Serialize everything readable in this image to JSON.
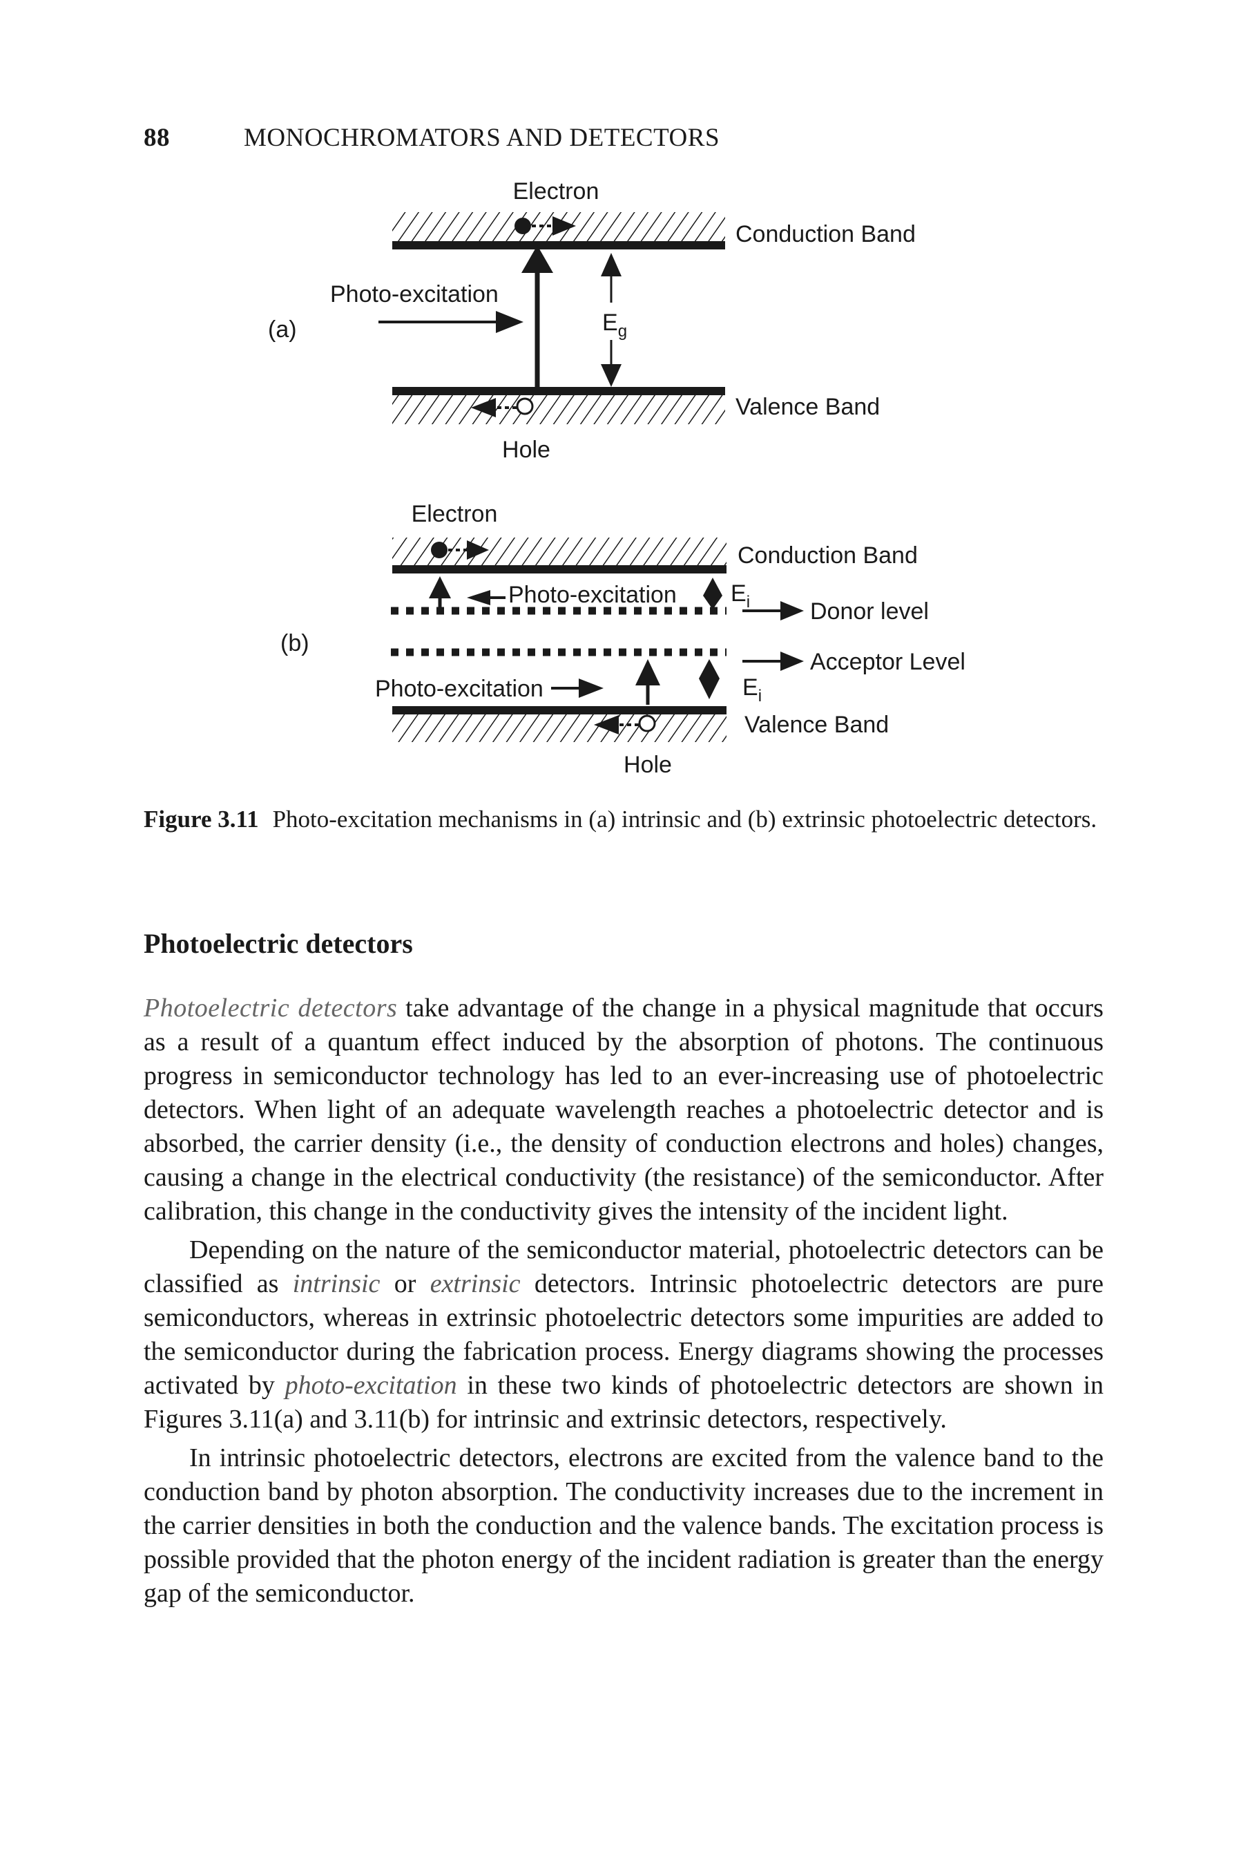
{
  "header": {
    "page_number": "88",
    "title": "MONOCHROMATORS AND DETECTORS"
  },
  "figure": {
    "a": {
      "panel": "(a)",
      "electron": "Electron",
      "conduction": "Conduction Band",
      "photo": "Photo-excitation",
      "eg_main": "E",
      "eg_sub": "g",
      "valence": "Valence Band",
      "hole": "Hole"
    },
    "b": {
      "panel": "(b)",
      "electron": "Electron",
      "conduction": "Conduction Band",
      "photo_top": "Photo-excitation",
      "ei_main": "E",
      "ei_sub": "i",
      "donor": "Donor level",
      "acceptor": "Acceptor Level",
      "photo_bottom": "Photo-excitation",
      "valence": "Valence Band",
      "hole": "Hole"
    }
  },
  "caption": {
    "label": "Figure 3.11",
    "text": "Photo-excitation mechanisms in (a) intrinsic and (b) extrinsic photoelectric detectors."
  },
  "section": {
    "heading": "Photoelectric detectors"
  },
  "paragraphs": {
    "p1": {
      "term": "Photoelectric detectors",
      "rest": " take advantage of the change in a physical magnitude that occurs as a result of a quantum effect induced by the absorption of photons. The continuous progress in semiconductor technology has led to an ever-increasing use of photoelectric detectors. When light of an adequate wavelength reaches a photoelectric detector and is absorbed, the carrier density (i.e., the density of conduction electrons and holes) changes, causing a change in the electrical conductivity (the resistance) of the semiconductor. After calibration, this change in the conductivity gives the intensity of the incident light."
    },
    "p2": {
      "s1": "Depending on the nature of the semiconductor material, photoelectric detectors can be classified as ",
      "e1": "intrinsic",
      "s2": " or ",
      "e2": "extrinsic",
      "s3": " detectors. Intrinsic photoelectric detectors are pure semiconductors, whereas in extrinsic photoelectric detectors some impurities are added to the semiconductor during the fabrication process. Energy diagrams showing the processes activated by ",
      "e3": "photo-excitation",
      "s4": " in these two kinds of photoelectric detectors are shown in Figures 3.11(a) and 3.11(b) for intrinsic and extrinsic detectors, respectively."
    },
    "p3": {
      "text": "In intrinsic photoelectric detectors, electrons are excited from the valence band to the conduction band by photon absorption. The conductivity increases due to the increment in the carrier densities in both the conduction and the valence bands. The excitation process is possible provided that the photon energy of the incident radiation is greater than the energy gap of the semiconductor."
    }
  }
}
